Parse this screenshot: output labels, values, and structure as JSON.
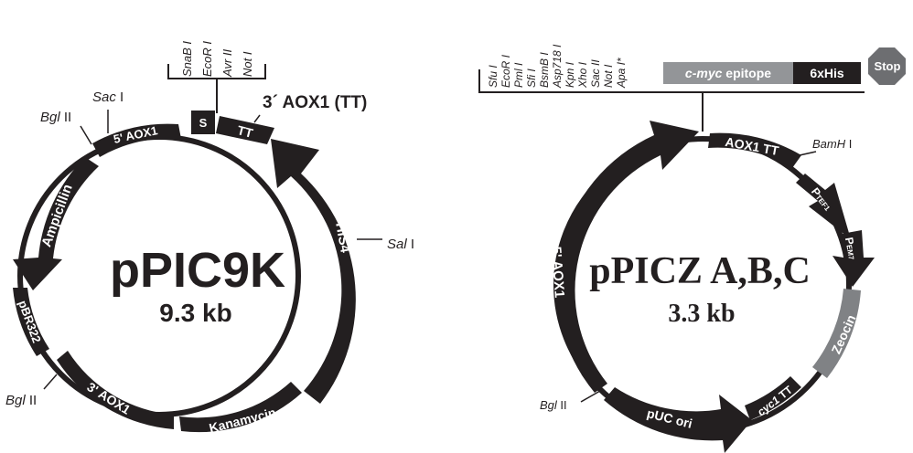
{
  "colors": {
    "feature": "#231f20",
    "zeocin": "#808285",
    "cmyc": "#939598",
    "stop": "#6d6e71",
    "text": "#231f20"
  },
  "pPIC9K": {
    "name": "pPIC9K",
    "size": "9.3 kb",
    "mcs_sites": [
      "SnaB I",
      "EcoR I",
      "Avr II",
      "Not I"
    ],
    "features": {
      "aox5": "5' AOX1",
      "s": "S",
      "tt": "TT",
      "tt_label": "3´ AOX1 (TT)",
      "his4": "HIS4",
      "kanamycin": "Kanamycin",
      "aox3": "3' AOX1",
      "pbr322": "pBR322",
      "ampicillin": "Ampicillin"
    },
    "sites": {
      "sac": [
        "Sac",
        " I"
      ],
      "bgl_top": [
        "Bgl",
        " II"
      ],
      "sal": [
        "Sal",
        " I"
      ],
      "bgl_bottom": [
        "Bgl",
        " II"
      ]
    }
  },
  "pPICZ": {
    "name": "pPICZ A,B,C",
    "size": "3.3 kb",
    "mcs_sites": [
      "Sfu I",
      "EcoR I",
      "Pml I",
      "Sfi I",
      "BsmB I",
      "Asp718 I",
      "Kpn I",
      "Xho I",
      "Sac II",
      "Not I",
      "Apa I*"
    ],
    "cmyc": [
      "c-myc",
      " epitope"
    ],
    "his": "6xHis",
    "stop": "Stop",
    "features": {
      "aox1tt": "AOX1 TT",
      "ptef1": [
        "P",
        "TEF1"
      ],
      "pem7": [
        "P",
        "EM7"
      ],
      "zeocin": "Zeocin",
      "cyc1tt": [
        "cyc1",
        " TT"
      ],
      "puc": "pUC ori",
      "aox5": "5' AOX1"
    },
    "sites": {
      "bamh": [
        "BamH",
        " I"
      ],
      "bgl": [
        "Bgl",
        " II"
      ]
    }
  }
}
